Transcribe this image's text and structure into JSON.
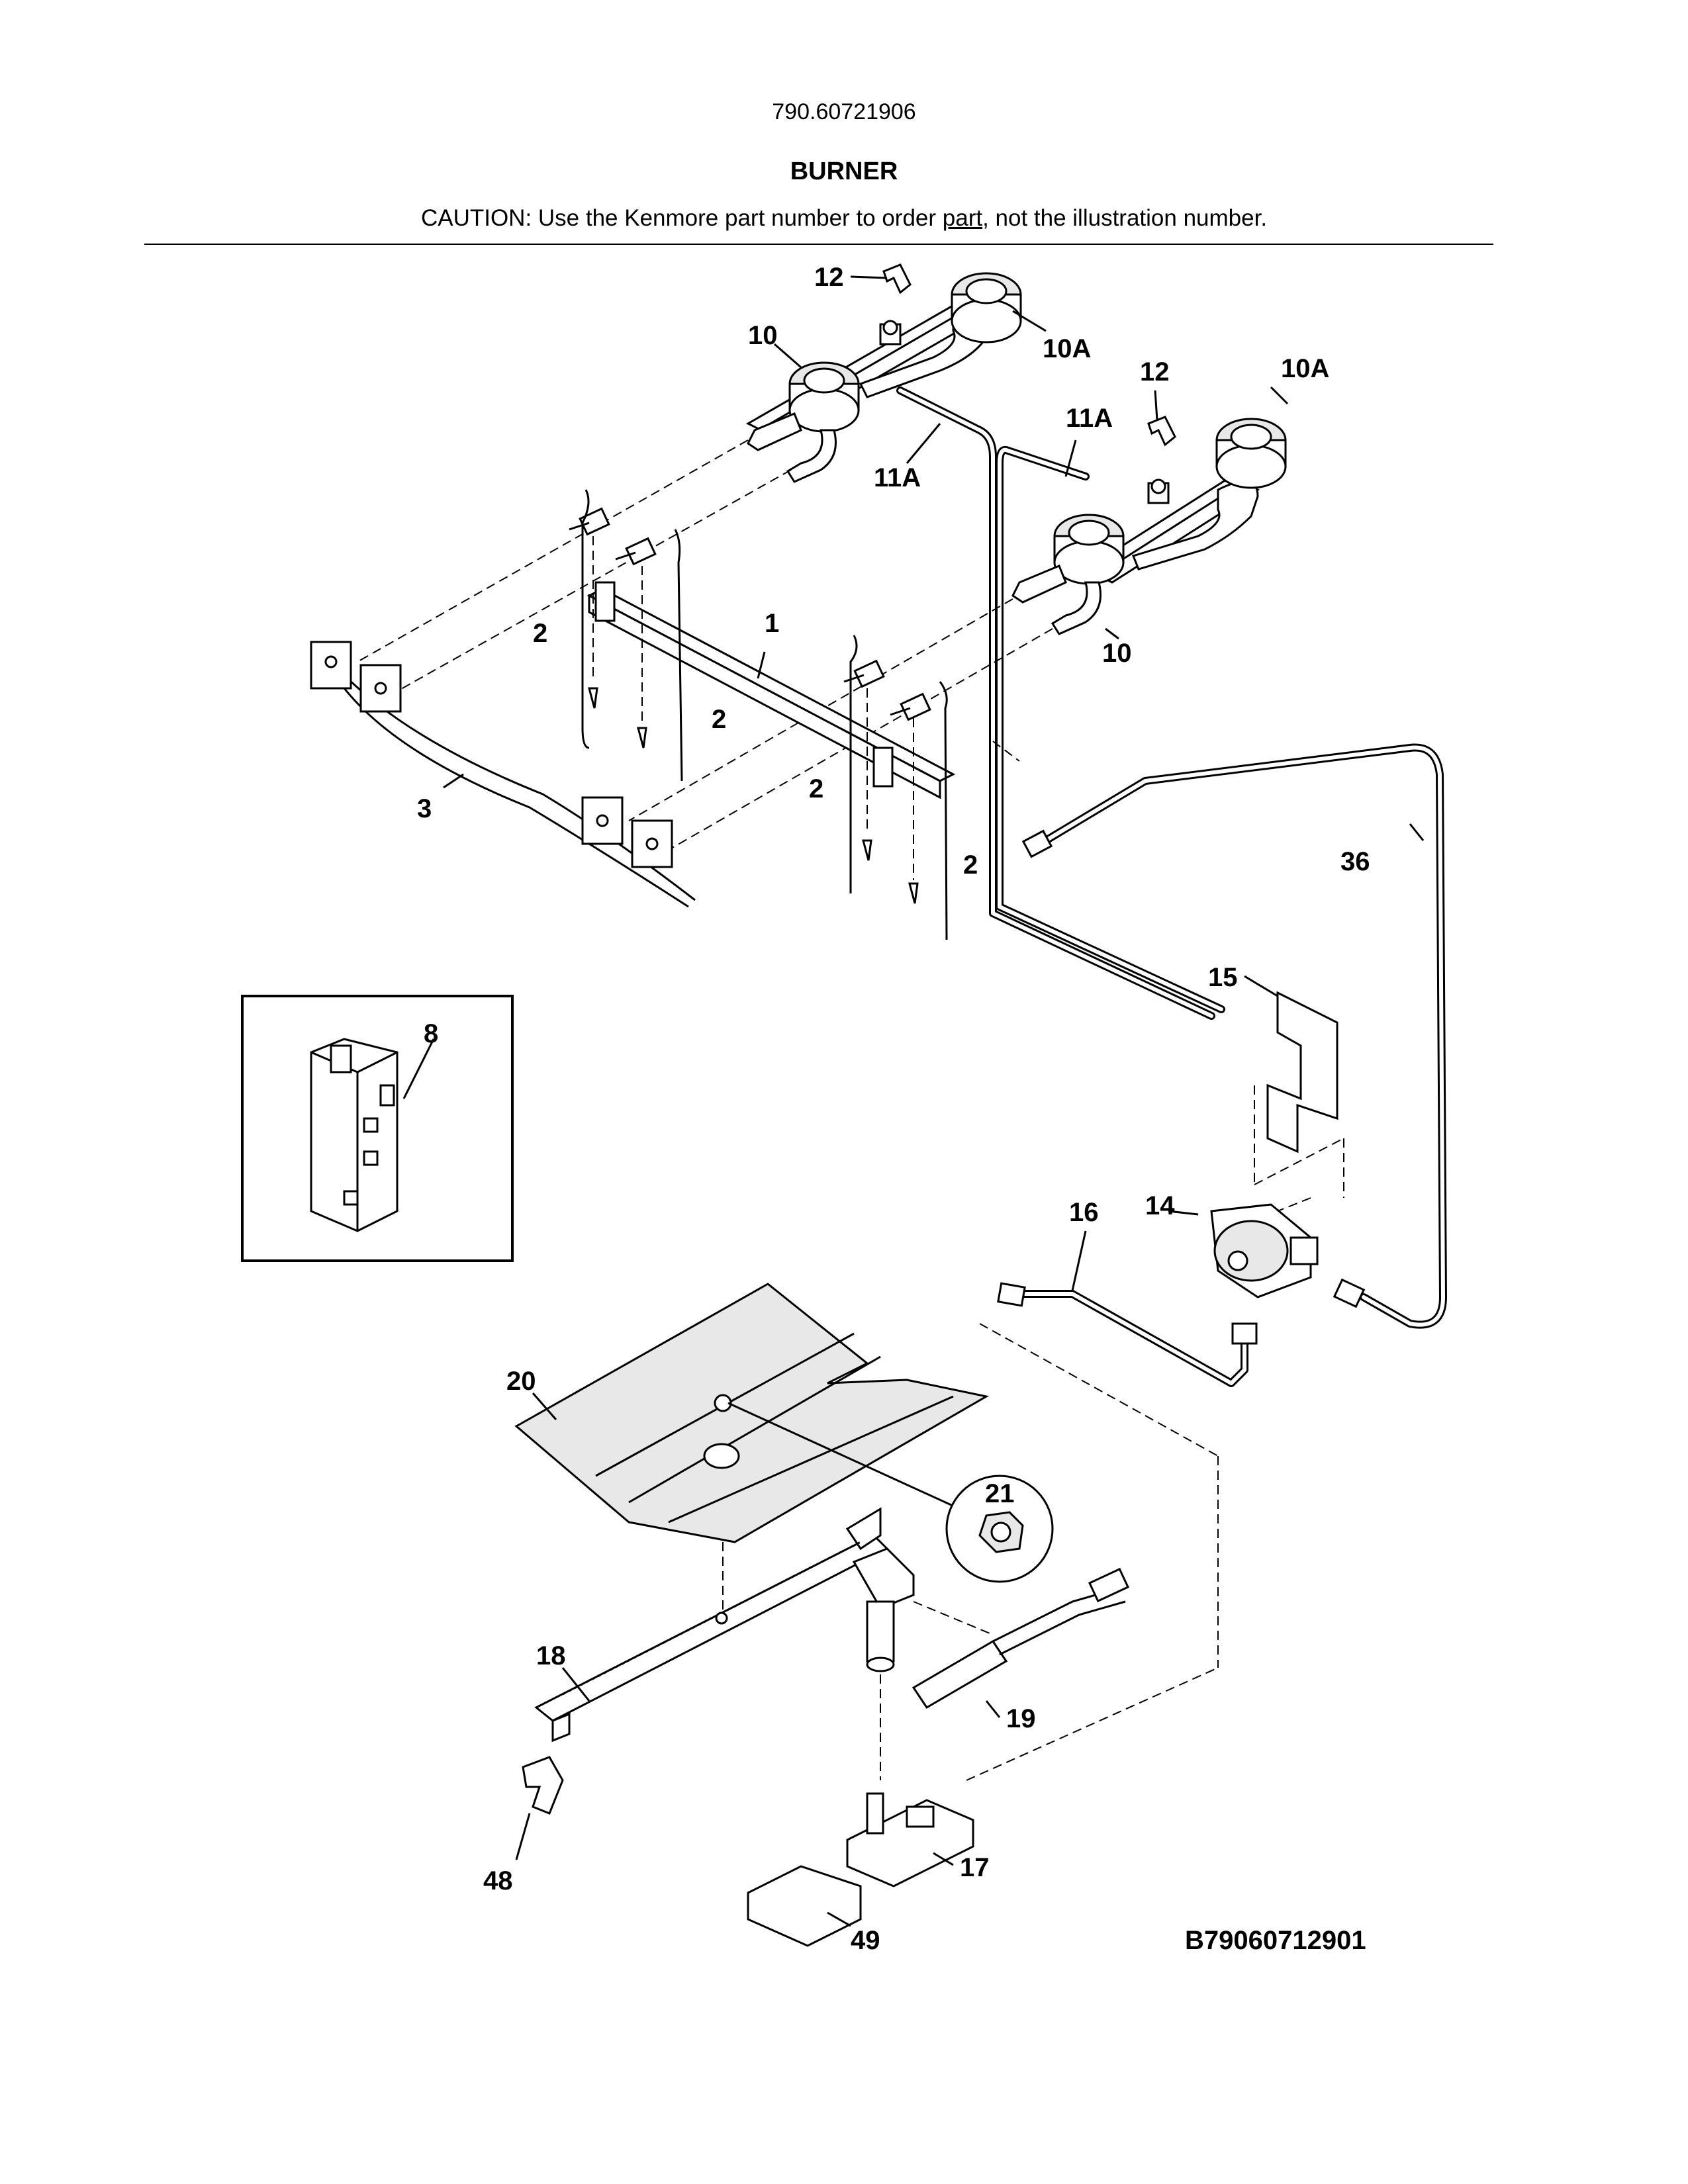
{
  "header": {
    "model_number": "790.60721906",
    "section_title": "BURNER",
    "caution_prefix": "CAUTION: Use the Kenmore part number to order ",
    "caution_underlined": "part",
    "caution_suffix": ", not the illustration number."
  },
  "diagram_code": "B79060712901",
  "callouts": {
    "c1": "1",
    "c2a": "2",
    "c2b": "2",
    "c2c": "2",
    "c2d": "2",
    "c3": "3",
    "c8": "8",
    "c10a": "10",
    "c10b": "10",
    "c10Aa": "10A",
    "c10Ab": "10A",
    "c11Aa": "11A",
    "c11Ab": "11A",
    "c12a": "12",
    "c12b": "12",
    "c14": "14",
    "c15": "15",
    "c16": "16",
    "c17": "17",
    "c18": "18",
    "c19": "19",
    "c20": "20",
    "c21": "21",
    "c36": "36",
    "c48": "48",
    "c49": "49"
  }
}
